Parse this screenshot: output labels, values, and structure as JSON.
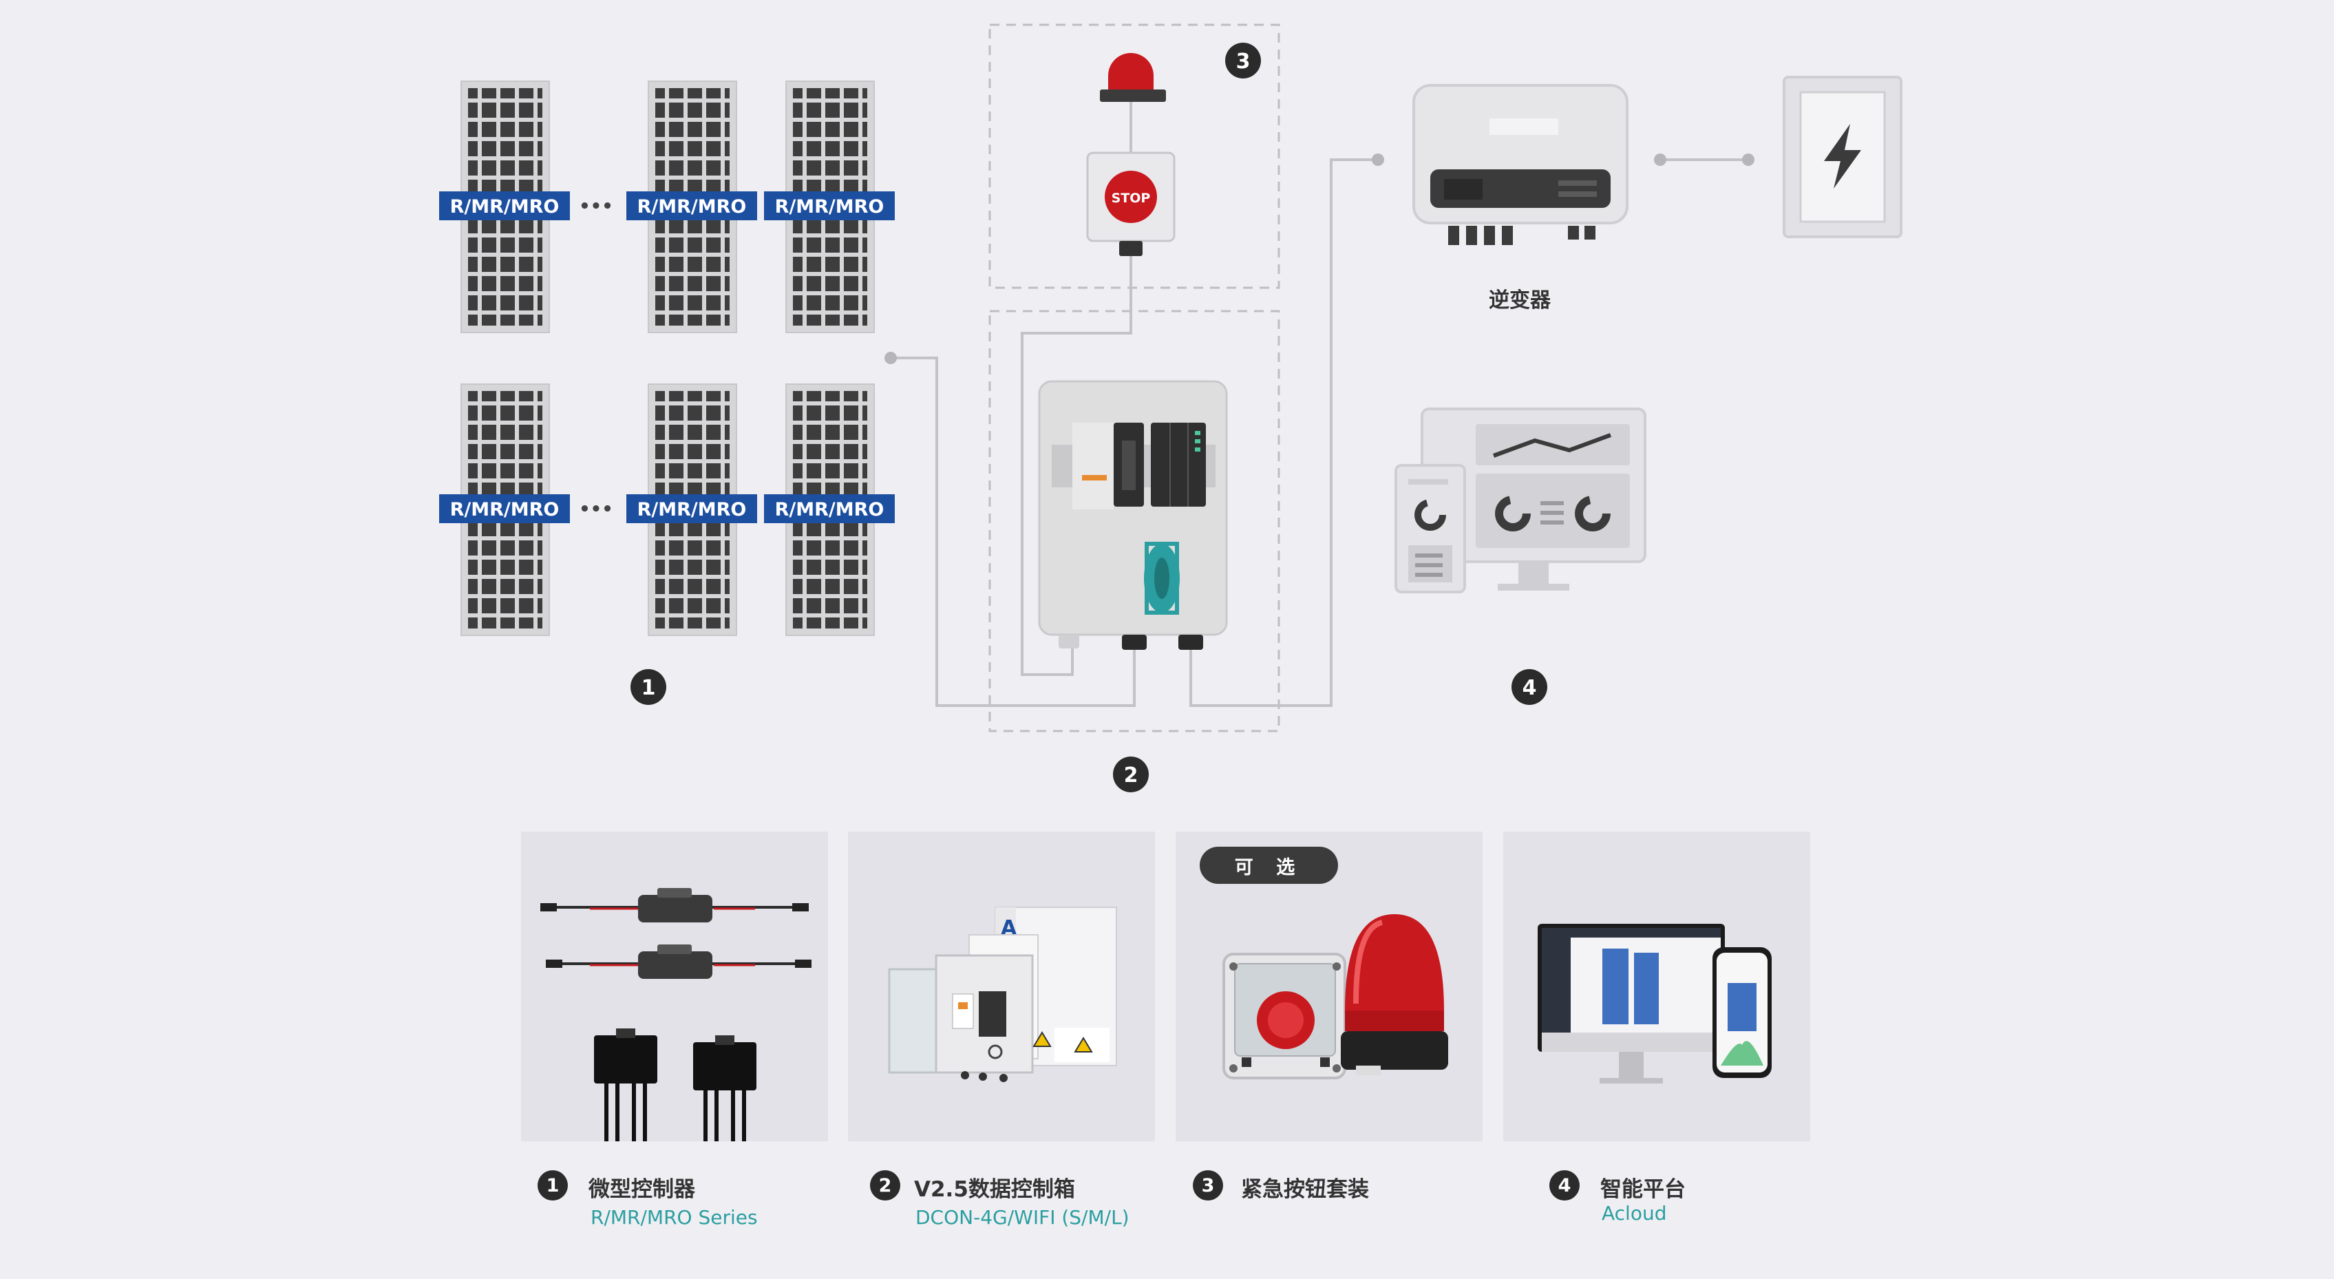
{
  "controller_label": "R/MR/MRO",
  "ellipsis": "•••",
  "stop_label": "STOP",
  "inverter_label": "逆变器",
  "step_numbers": [
    "1",
    "2",
    "3",
    "4"
  ],
  "optional_tag": "可 选",
  "products": [
    {
      "number": "1",
      "title": "微型控制器",
      "subtitle": "R/MR/MRO Series"
    },
    {
      "number": "2",
      "title": "V2.5数据控制箱",
      "subtitle": "DCON-4G/WIFI (S/M/L)"
    },
    {
      "number": "3",
      "title": "紧急按钮套装",
      "subtitle": ""
    },
    {
      "number": "4",
      "title": "智能平台",
      "subtitle": "Acloud"
    }
  ],
  "colors": {
    "background": "#efeff3",
    "label_blue": "#1d4fa0",
    "accent_teal": "#2a9ea0",
    "alarm_red": "#c8191e",
    "dark_badge": "#2b2b2b"
  }
}
